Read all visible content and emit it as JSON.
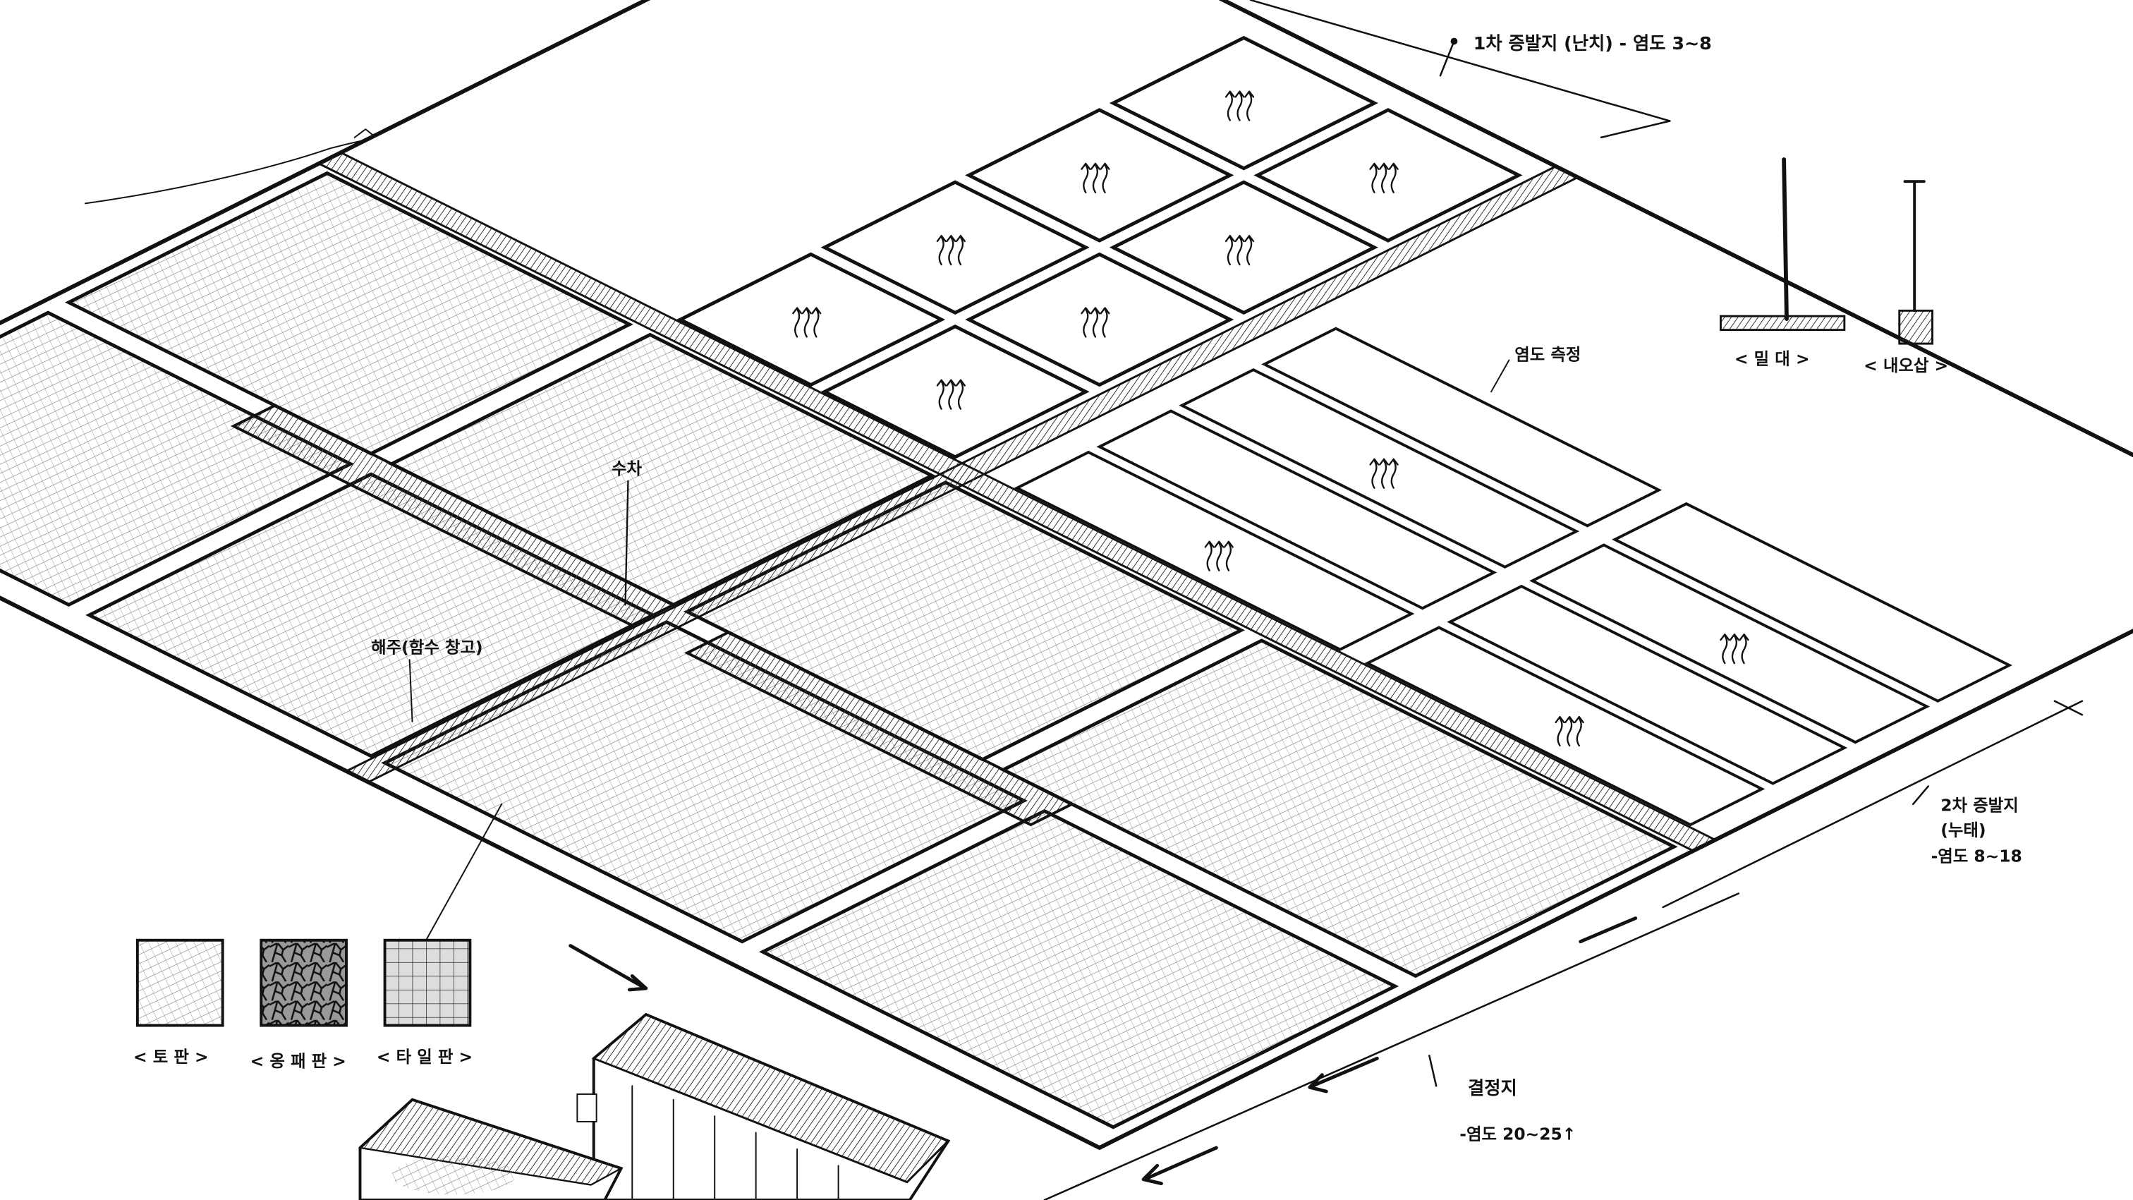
{
  "title": "염전 구조도",
  "labels": {
    "first_evaporation": "1차 증발지 (난치) - 염도 3~8",
    "salinity_measure": "염도 측정",
    "waterwheel": "수차",
    "haeju": "해주(함수 창고)",
    "second_evaporation_line1": "2차 증발지",
    "second_evaporation_line2": "(누태)",
    "second_evaporation_line3": "-염도 8~18",
    "crystallization_line1": "결정지",
    "crystallization_line2": "-염도 20~25↑"
  },
  "tools": [
    {
      "label": "< 밀 대 >",
      "icon": "push-rake"
    },
    {
      "label": "< 내오삽 >",
      "icon": "shovel"
    }
  ],
  "floor_types": [
    {
      "label": "< 토 판 >",
      "pattern": "soil"
    },
    {
      "label": "< 옹 패 판 >",
      "pattern": "pottery-shard"
    },
    {
      "label": "< 타 일 판 >",
      "pattern": "tile"
    }
  ],
  "colors": {
    "ink": "#111111",
    "paper": "#ffffff",
    "shade": "#b8b8b8"
  }
}
